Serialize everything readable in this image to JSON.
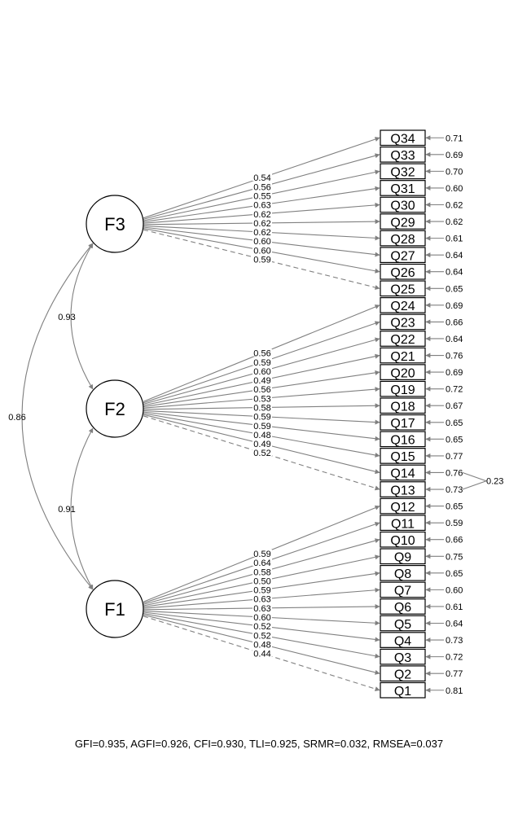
{
  "latents": [
    {
      "id": "F3",
      "label": "F3"
    },
    {
      "id": "F2",
      "label": "F2"
    },
    {
      "id": "F1",
      "label": "F1"
    }
  ],
  "observed": [
    {
      "label": "Q34",
      "residual": "0.71",
      "factor": "F3",
      "loading": "0.54",
      "fixed": false
    },
    {
      "label": "Q33",
      "residual": "0.69",
      "factor": "F3",
      "loading": "0.56",
      "fixed": false
    },
    {
      "label": "Q32",
      "residual": "0.70",
      "factor": "F3",
      "loading": "0.55",
      "fixed": false
    },
    {
      "label": "Q31",
      "residual": "0.60",
      "factor": "F3",
      "loading": "0.63",
      "fixed": false
    },
    {
      "label": "Q30",
      "residual": "0.62",
      "factor": "F3",
      "loading": "0.62",
      "fixed": false
    },
    {
      "label": "Q29",
      "residual": "0.62",
      "factor": "F3",
      "loading": "0.62",
      "fixed": false
    },
    {
      "label": "Q28",
      "residual": "0.61",
      "factor": "F3",
      "loading": "0.62",
      "fixed": false
    },
    {
      "label": "Q27",
      "residual": "0.64",
      "factor": "F3",
      "loading": "0.60",
      "fixed": false
    },
    {
      "label": "Q26",
      "residual": "0.64",
      "factor": "F3",
      "loading": "0.60",
      "fixed": false
    },
    {
      "label": "Q25",
      "residual": "0.65",
      "factor": "F3",
      "loading": "0.59",
      "fixed": true
    },
    {
      "label": "Q24",
      "residual": "0.69",
      "factor": "F2",
      "loading": "0.56",
      "fixed": false
    },
    {
      "label": "Q23",
      "residual": "0.66",
      "factor": "F2",
      "loading": "0.59",
      "fixed": false
    },
    {
      "label": "Q22",
      "residual": "0.64",
      "factor": "F2",
      "loading": "0.60",
      "fixed": false
    },
    {
      "label": "Q21",
      "residual": "0.76",
      "factor": "F2",
      "loading": "0.49",
      "fixed": false
    },
    {
      "label": "Q20",
      "residual": "0.69",
      "factor": "F2",
      "loading": "0.56",
      "fixed": false
    },
    {
      "label": "Q19",
      "residual": "0.72",
      "factor": "F2",
      "loading": "0.53",
      "fixed": false
    },
    {
      "label": "Q18",
      "residual": "0.67",
      "factor": "F2",
      "loading": "0.58",
      "fixed": false
    },
    {
      "label": "Q17",
      "residual": "0.65",
      "factor": "F2",
      "loading": "0.59",
      "fixed": false
    },
    {
      "label": "Q16",
      "residual": "0.65",
      "factor": "F2",
      "loading": "0.59",
      "fixed": false
    },
    {
      "label": "Q15",
      "residual": "0.77",
      "factor": "F2",
      "loading": "0.48",
      "fixed": false
    },
    {
      "label": "Q14",
      "residual": "0.76",
      "factor": "F2",
      "loading": "0.49",
      "fixed": false
    },
    {
      "label": "Q13",
      "residual": "0.73",
      "factor": "F2",
      "loading": "0.52",
      "fixed": true
    },
    {
      "label": "Q12",
      "residual": "0.65",
      "factor": "F1",
      "loading": "0.59",
      "fixed": false
    },
    {
      "label": "Q11",
      "residual": "0.59",
      "factor": "F1",
      "loading": "0.64",
      "fixed": false
    },
    {
      "label": "Q10",
      "residual": "0.66",
      "factor": "F1",
      "loading": "0.58",
      "fixed": false
    },
    {
      "label": "Q9",
      "residual": "0.75",
      "factor": "F1",
      "loading": "0.50",
      "fixed": false
    },
    {
      "label": "Q8",
      "residual": "0.65",
      "factor": "F1",
      "loading": "0.59",
      "fixed": false
    },
    {
      "label": "Q7",
      "residual": "0.60",
      "factor": "F1",
      "loading": "0.63",
      "fixed": false
    },
    {
      "label": "Q6",
      "residual": "0.61",
      "factor": "F1",
      "loading": "0.63",
      "fixed": false
    },
    {
      "label": "Q5",
      "residual": "0.64",
      "factor": "F1",
      "loading": "0.60",
      "fixed": false
    },
    {
      "label": "Q4",
      "residual": "0.73",
      "factor": "F1",
      "loading": "0.52",
      "fixed": false
    },
    {
      "label": "Q3",
      "residual": "0.72",
      "factor": "F1",
      "loading": "0.52",
      "fixed": false
    },
    {
      "label": "Q2",
      "residual": "0.77",
      "factor": "F1",
      "loading": "0.48",
      "fixed": false
    },
    {
      "label": "Q1",
      "residual": "0.81",
      "factor": "F1",
      "loading": "0.44",
      "fixed": true
    }
  ],
  "factor_covariances": [
    {
      "from": "F3",
      "to": "F2",
      "value": "0.93"
    },
    {
      "from": "F2",
      "to": "F1",
      "value": "0.91"
    },
    {
      "from": "F3",
      "to": "F1",
      "value": "0.86"
    }
  ],
  "residual_covariances": [
    {
      "from": "Q14",
      "to": "Q13",
      "value": "0.23"
    }
  ],
  "fit_indices": "GFI=0.935, AGFI=0.926, CFI=0.930, TLI=0.925, SRMR=0.032, RMSEA=0.037",
  "colors": {
    "edge": "#808080",
    "node_stroke": "#000000",
    "text": "#000000"
  }
}
